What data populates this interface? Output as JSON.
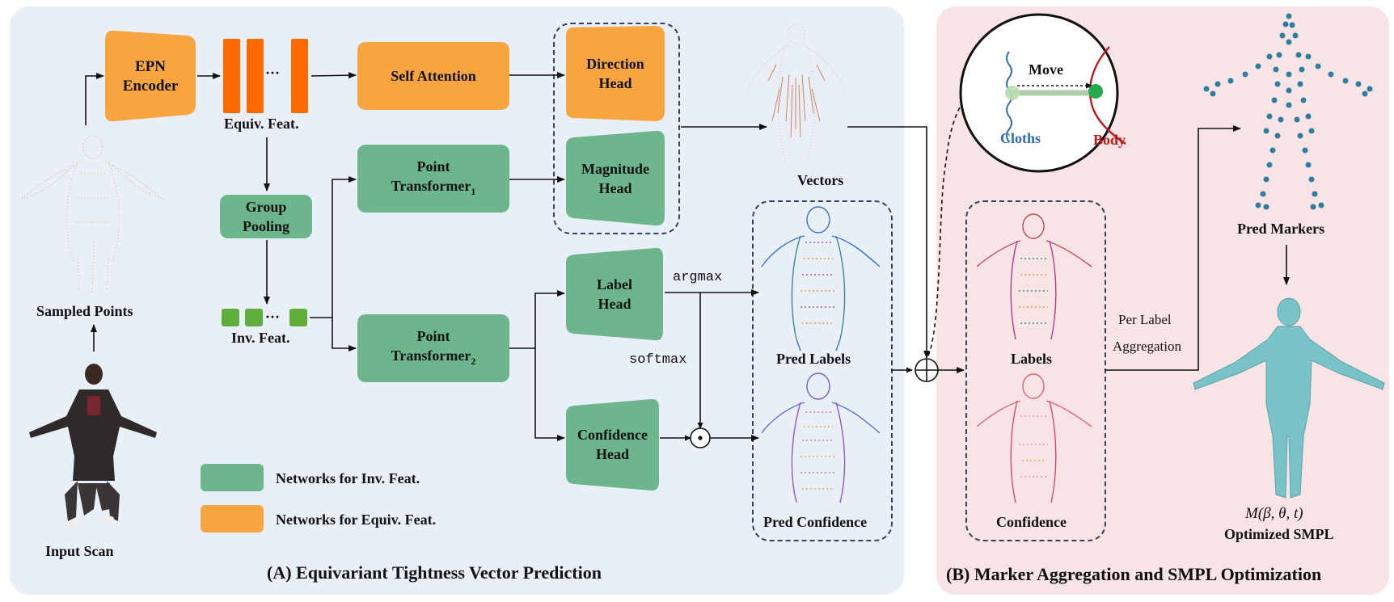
{
  "panels": {
    "a_title": "(A) Equivariant Tightness Vector Prediction",
    "b_title": "(B) Marker Aggregation and SMPL Optimization"
  },
  "blocks": {
    "epn_line1": "EPN",
    "epn_line2": "Encoder",
    "self_attention": "Self Attention",
    "direction_line1": "Direction",
    "direction_line2": "Head",
    "magnitude_line1": "Magnitude",
    "magnitude_line2": "Head",
    "group_line1": "Group",
    "group_line2": "Pooling",
    "pt1_line1": "Point",
    "pt1_line2": "Transformer",
    "pt1_sub": "1",
    "pt2_line1": "Point",
    "pt2_line2": "Transformer",
    "pt2_sub": "2",
    "label_line1": "Label",
    "label_line2": "Head",
    "confidence_line1": "Confidence",
    "confidence_line2": "Head"
  },
  "labels": {
    "equiv_feat": "Equiv. Feat.",
    "inv_feat": "Inv. Feat.",
    "sampled_points": "Sampled Points",
    "input_scan": "Input Scan",
    "vectors": "Vectors",
    "pred_labels": "Pred Labels",
    "pred_confidence": "Pred Confidence",
    "argmax": "argmax",
    "softmax": "softmax",
    "ellipsis": "···",
    "labels": "Labels",
    "confidence": "Confidence",
    "move": "Move",
    "cloths": "Cloths",
    "body": "Body",
    "per_label": "Per Label",
    "aggregation": "Aggregation",
    "pred_markers": "Pred Markers",
    "smpl_formula": "M(β, θ, t)",
    "optimized_smpl": "Optimized SMPL"
  },
  "legend": {
    "inv": "Networks for Inv. Feat.",
    "equiv": "Networks for Equiv. Feat."
  },
  "colors": {
    "panel_a_bg": "#e9eff6",
    "panel_b_bg": "#f8e4e4",
    "equiv_network": "#f7a540",
    "equiv_feature": "#ff6a00",
    "inv_network": "#6db58c",
    "inv_feature": "#5fae3c",
    "cloths": "#2f6db3",
    "body": "#c01818",
    "smpl_body": "#79c2c8",
    "marker": "#2c7fa0"
  }
}
